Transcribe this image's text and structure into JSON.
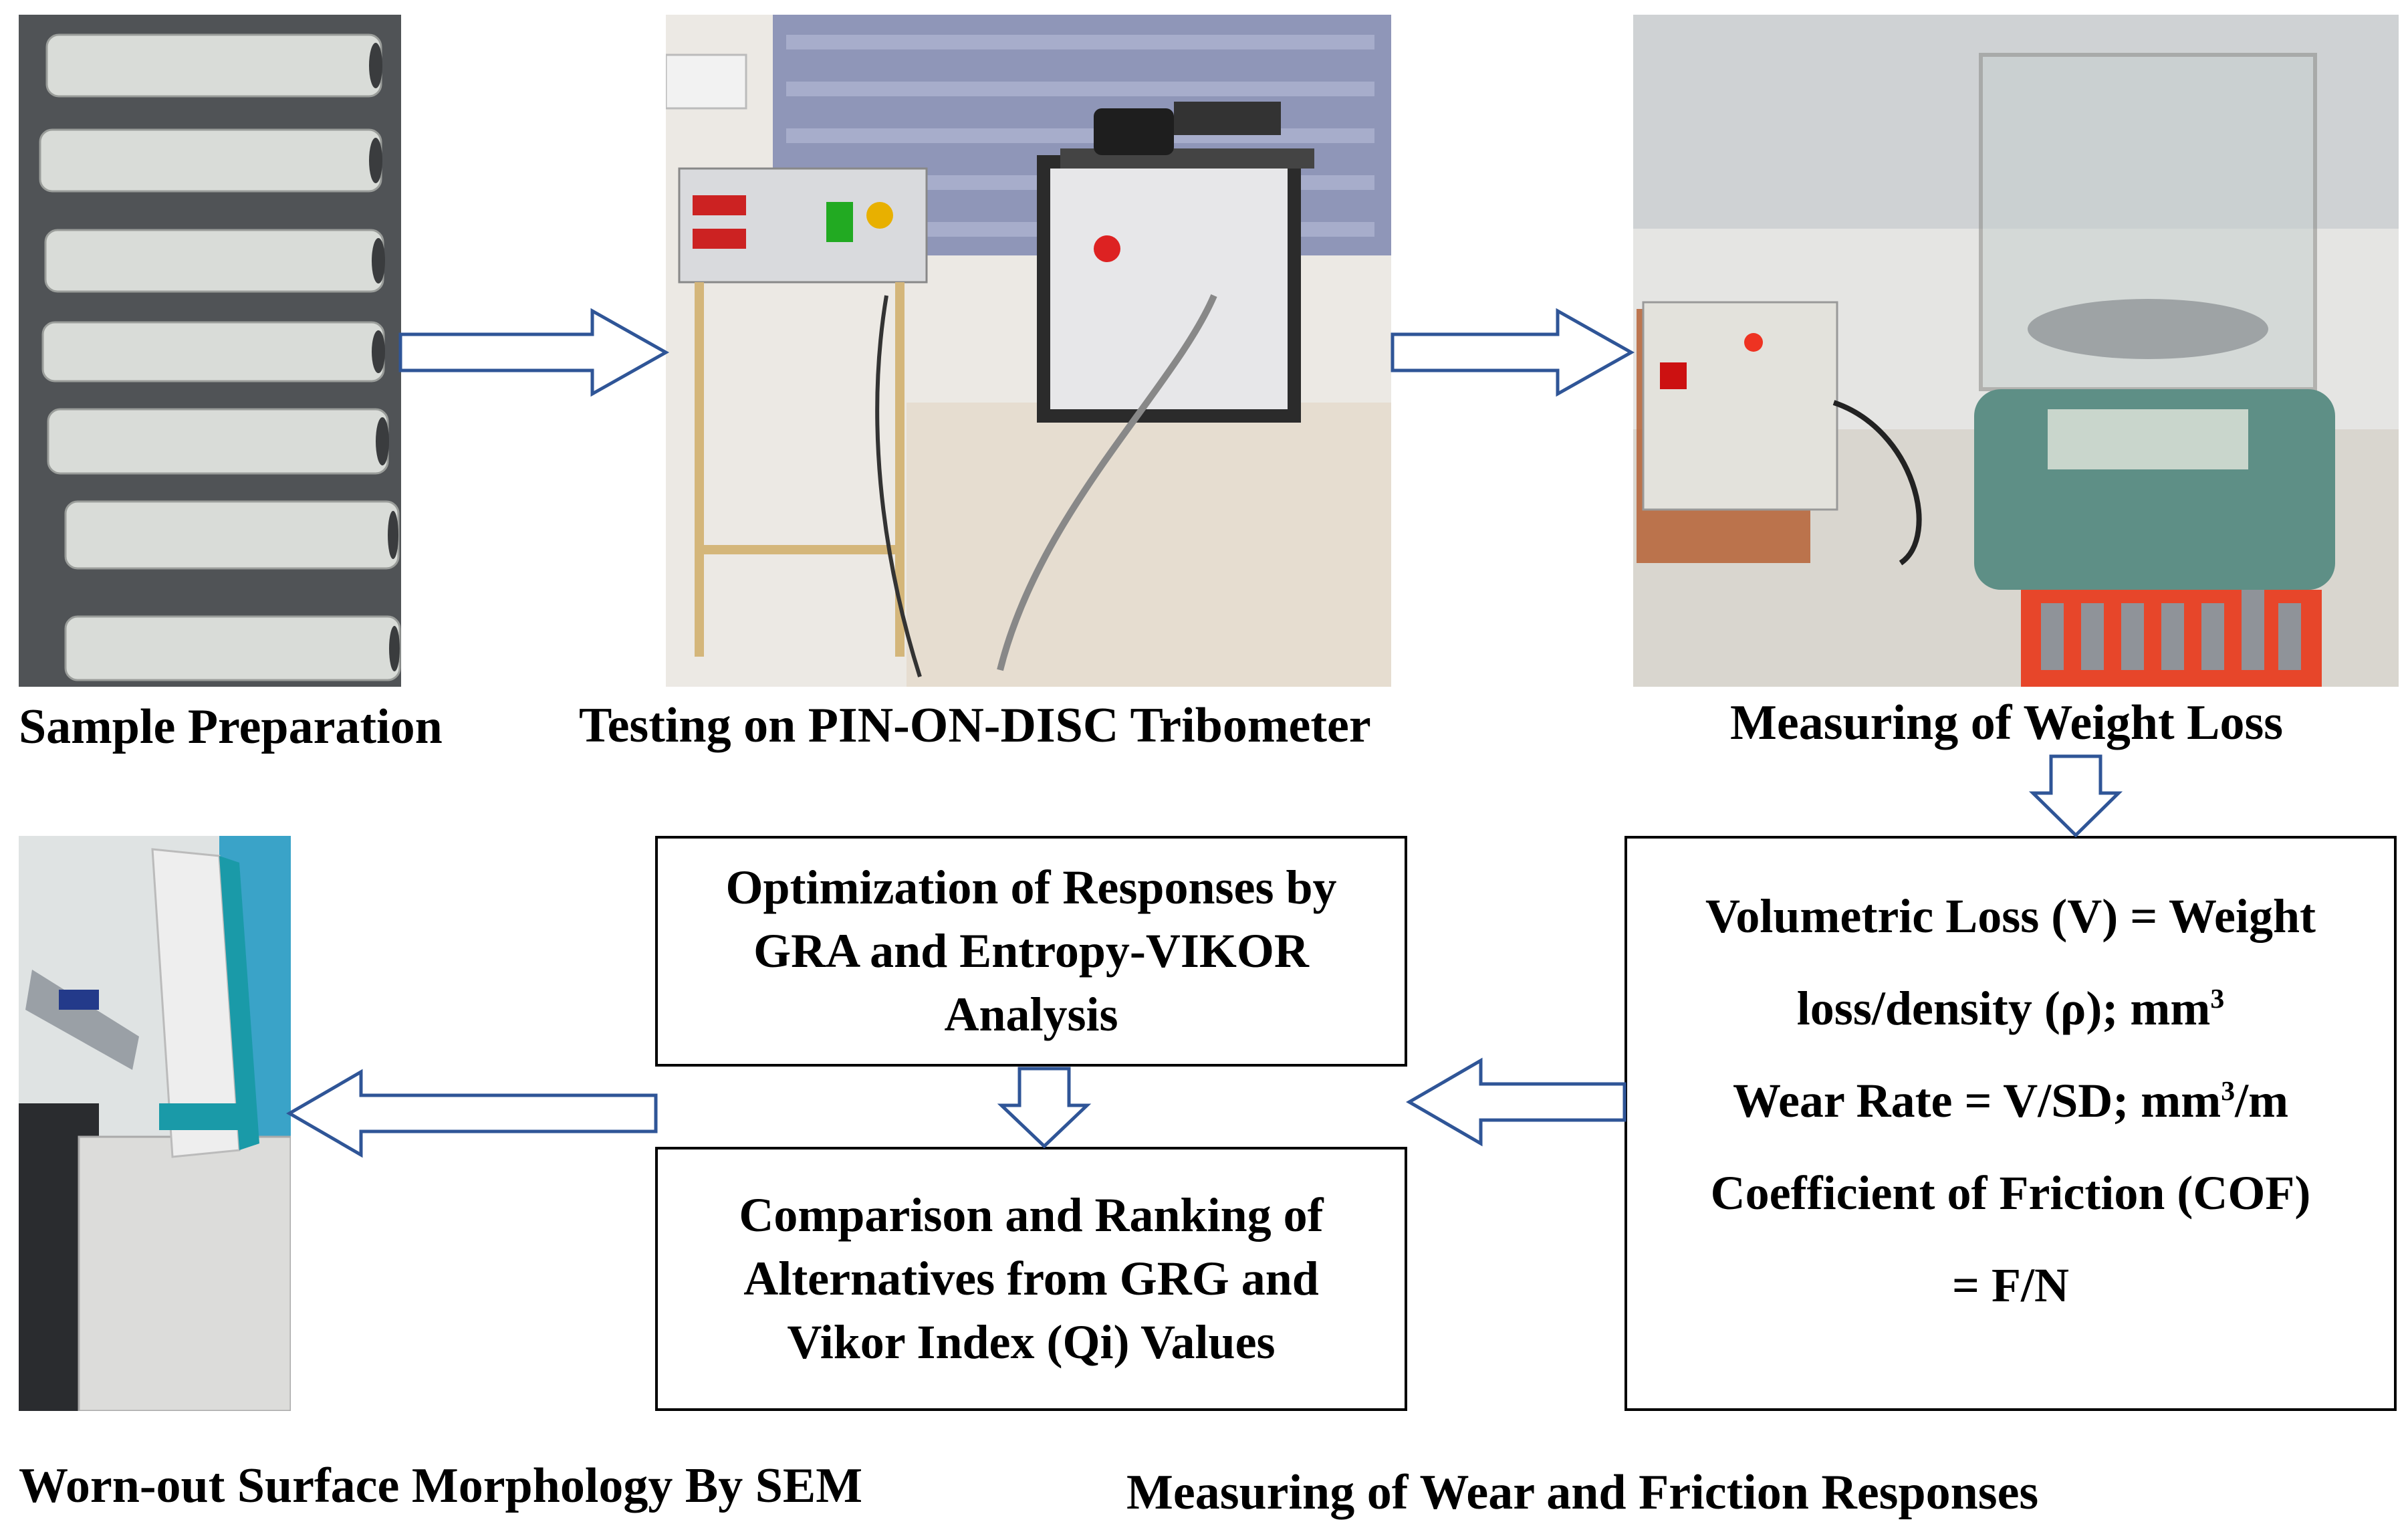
{
  "captions": {
    "sample_preparation": "Sample Preparation",
    "testing": "Testing on PIN-ON-DISC Tribometer",
    "weight_loss": "Measuring of Weight Loss",
    "sem": "Worn-out Surface Morphology By SEM",
    "wear_friction": "Measuring of  Wear and Friction Responses"
  },
  "boxes": {
    "optimization": [
      "Optimization of Responses by",
      "GRA and Entropy-VIKOR",
      "Analysis"
    ],
    "comparison": [
      "Comparison and Ranking of",
      "Alternatives from GRG and",
      "Vikor Index (Qi) Values"
    ],
    "responses": {
      "line1": "Volumetric Loss (V) = Weight",
      "line2": "loss/density (ρ); mm",
      "line2_sup": "3",
      "line3_a": "Wear Rate = V/SD; mm",
      "line3_sup": "3",
      "line3_b": "/m",
      "line4": "Coefficient of Friction (COF)",
      "line5": "= F/N"
    }
  },
  "colors": {
    "arrow_stroke": "#2f5597",
    "box_border": "#000000",
    "text": "#000000"
  }
}
